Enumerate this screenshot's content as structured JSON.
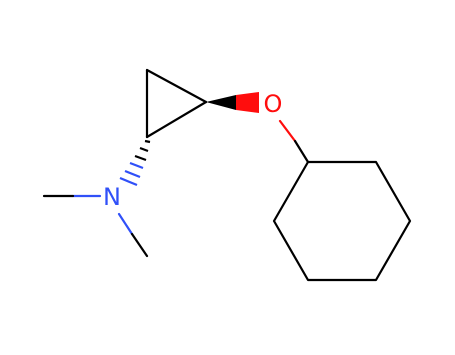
{
  "molecule": {
    "atoms": {
      "oxygen": {
        "symbol": "O",
        "color": "#ff0d0d"
      },
      "nitrogen": {
        "symbol": "N",
        "color": "#3050f8"
      }
    },
    "bond_colors": {
      "carbon": "#000000",
      "nitrogen": "#3050f8",
      "oxygen": "#ff0d0d"
    },
    "stereo": {
      "wedge_to_oxygen": "bold-wedge",
      "hash_to_nitrogen": "hashed-wedge"
    }
  }
}
